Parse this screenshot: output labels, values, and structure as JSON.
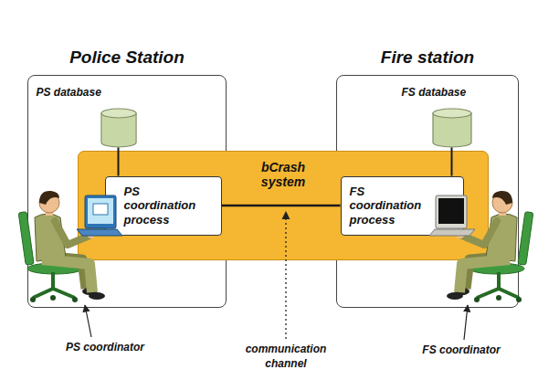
{
  "diagram": {
    "nodes": [
      {
        "text": [
          "Police Station"
        ]
      },
      {
        "text": [
          "PS database"
        ],
        "in": 0
      },
      {
        "text": [
          "Fire station"
        ]
      },
      {
        "text": [
          "FS database"
        ],
        "in": 2
      },
      {
        "text": [
          "bCrash system"
        ]
      },
      {
        "text": [
          "PS coordination process"
        ],
        "in": 4
      },
      {
        "text": [
          "FS coordination process"
        ],
        "in": 4
      }
    ],
    "edges": [
      {
        "from": 1,
        "to": 5,
        "arrow": "none"
      },
      {
        "from": 3,
        "to": 6,
        "arrow": "none"
      },
      {
        "from": 5,
        "to": 6,
        "arrow": "none"
      }
    ],
    "labels": [
      "PS coordinator",
      "communication channel",
      "FS coordinator"
    ]
  }
}
